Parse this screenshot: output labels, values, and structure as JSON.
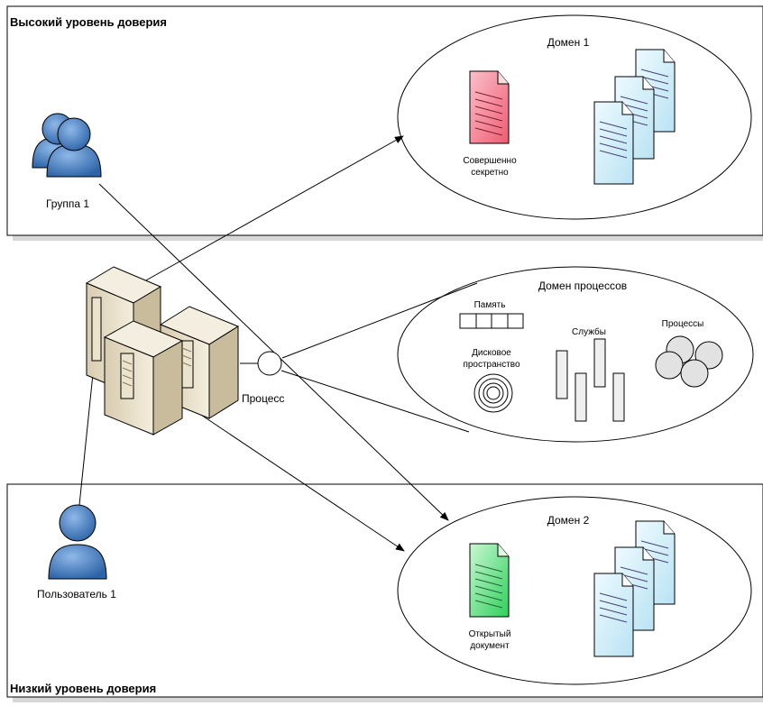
{
  "zones": {
    "high": "Высокий уровень доверия",
    "low": "Низкий уровень доверия"
  },
  "domains": {
    "d1": {
      "title": "Домен 1",
      "secret_doc_line1": "Совершенно",
      "secret_doc_line2": "секретно"
    },
    "proc": {
      "title": "Домен процессов",
      "memory": "Память",
      "disk_line1": "Дисковое",
      "disk_line2": "пространство",
      "services": "Службы",
      "processes": "Процессы"
    },
    "d2": {
      "title": "Домен 2",
      "open_doc_line1": "Открытый",
      "open_doc_line2": "документ"
    }
  },
  "actors": {
    "group": "Группа 1",
    "user": "Пользователь 1"
  },
  "process_label": "Процесс",
  "colors": {
    "secret_doc": "#f47a8c",
    "open_doc": "#55e07a",
    "plain_doc": "#cfeef8",
    "user_icon": "#3f7cc4",
    "server": "#e6dcc4"
  }
}
